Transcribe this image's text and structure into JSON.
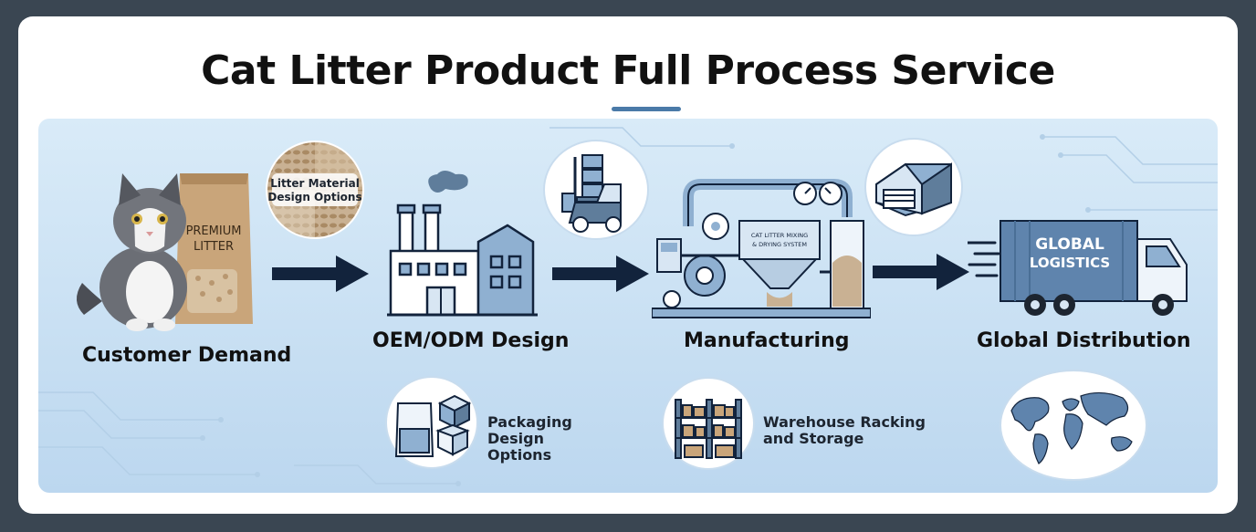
{
  "title": "Cat Litter Product Full Process Service",
  "steps": [
    {
      "label": "Customer Demand"
    },
    {
      "label": "OEM/ODM Design"
    },
    {
      "label": "Manufacturing"
    },
    {
      "label": "Global Distribution"
    }
  ],
  "extras": {
    "litter_options": [
      "Litter Material",
      "Design Options"
    ],
    "packaging": [
      "Packaging",
      "Design",
      "Options"
    ],
    "warehouse": [
      "Warehouse Racking",
      "and Storage"
    ]
  },
  "bag_text": [
    "PREMIUM",
    "LITTER"
  ],
  "machine_text": [
    "CAT LITTER MIXING",
    "& DRYING SYSTEM"
  ],
  "truck_text": [
    "GLOBAL",
    "LOGISTICS"
  ],
  "colors": {
    "accent": "#4a7aa8",
    "navy": "#12233c",
    "panel": "#cfe3f4"
  }
}
